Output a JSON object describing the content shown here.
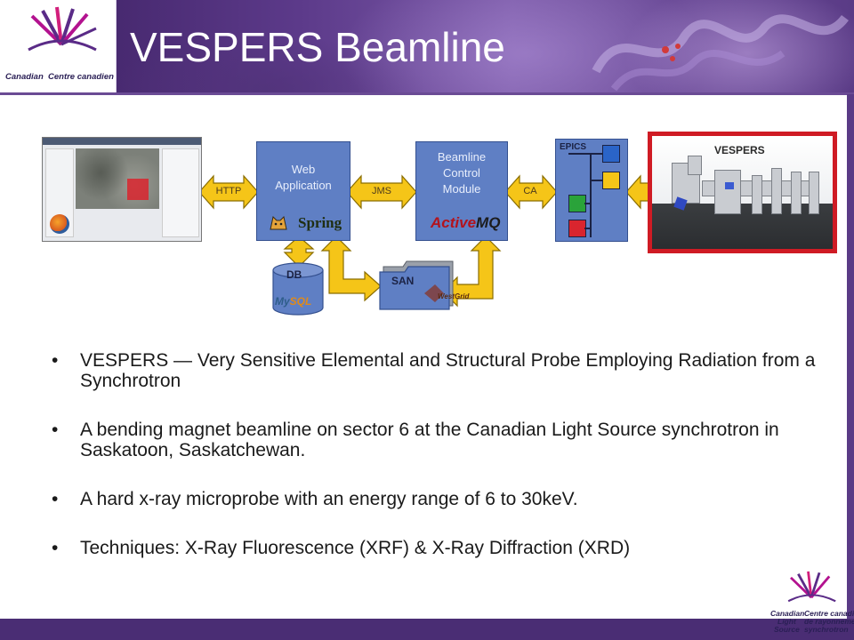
{
  "header": {
    "title": "VESPERS Beamline",
    "logo_en": [
      "Canadian",
      "Light",
      "Source"
    ],
    "logo_fr": [
      "Centre canadien",
      "de rayonnement",
      "synchrotron"
    ]
  },
  "diagram": {
    "web_app_label": [
      "Web",
      "Application"
    ],
    "spring_label": "Spring",
    "bcm_label": [
      "Beamline",
      "Control",
      "Module"
    ],
    "activemq": {
      "active": "Active",
      "mq": "MQ"
    },
    "epics_label": "EPICS",
    "vespers_label": "VESPERS",
    "http_label": "HTTP",
    "jms_label": "JMS",
    "ca_label": "CA",
    "db_label": "DB",
    "mysql": {
      "my": "My",
      "sql": "SQL"
    },
    "san_label": "SAN",
    "westgrid_label": "WestGrid"
  },
  "bullets": [
    "VESPERS — Very Sensitive Elemental and Structural Probe Employing Radiation from a Synchrotron",
    "A bending magnet beamline on sector 6 at the Canadian Light Source synchrotron in Saskatoon, Saskatchewan.",
    "A hard x-ray microprobe with an energy range of 6 to 30keV.",
    "Techniques: X-Ray Fluorescence (XRF) & X-Ray Diffraction (XRD)"
  ],
  "colors": {
    "header_purple": "#5c3a8a",
    "box_blue": "#5f7fc4",
    "arrow_yellow": "#f5c518",
    "frame_red": "#cf1b24",
    "epics_blue": "#2a64c8",
    "epics_yellow": "#f5c518",
    "epics_green": "#2aa33a",
    "epics_red": "#d9252e"
  }
}
